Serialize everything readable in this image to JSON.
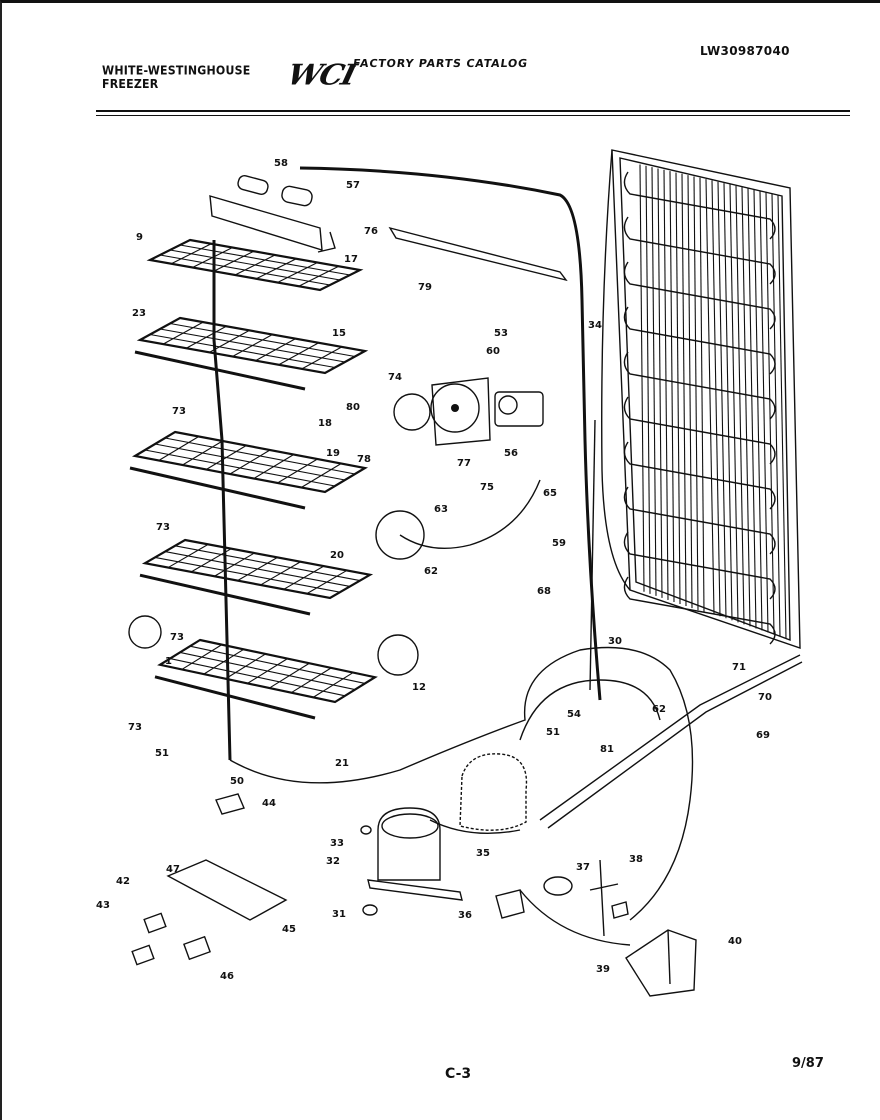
{
  "header": {
    "model_number": "LW30987040",
    "brand_line1": "WHITE-WESTINGHOUSE",
    "brand_line2": "FREEZER",
    "logo": "WCI",
    "catalog_title": "FACTORY PARTS CATALOG"
  },
  "footer": {
    "page": "C-3",
    "date": "9/87"
  },
  "callouts": [
    "58",
    "57",
    "9",
    "76",
    "17",
    "79",
    "23",
    "53",
    "60",
    "34",
    "15",
    "74",
    "80",
    "73",
    "18",
    "77",
    "78",
    "56",
    "75",
    "65",
    "19",
    "63",
    "73",
    "59",
    "62",
    "68",
    "20",
    "73",
    "1",
    "30",
    "12",
    "71",
    "70",
    "54",
    "62",
    "51",
    "81",
    "69",
    "73",
    "21",
    "51",
    "50",
    "44",
    "33",
    "32",
    "35",
    "37",
    "38",
    "42",
    "47",
    "43",
    "45",
    "31",
    "36",
    "40",
    "46",
    "39"
  ],
  "colors": {
    "ink": "#111111",
    "paper": "#ffffff"
  }
}
